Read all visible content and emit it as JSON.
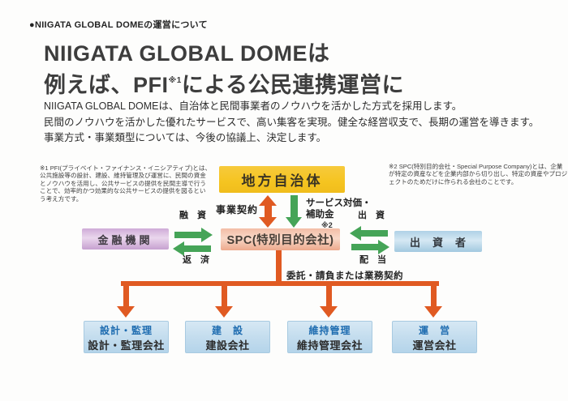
{
  "page": {
    "header": "●NIIGATA GLOBAL DOMEの運営について",
    "title_line1": "NIIGATA GLOBAL DOMEは",
    "title_line2_pre": "例えば、PFI",
    "title_line2_sup": "※1",
    "title_line2_post": "による公民連携運営に",
    "body_lines": [
      "NIIGATA GLOBAL DOMEは、自治体と民間事業者のノウハウを活かした方式を採用します。",
      "民間のノウハウを活かした優れたサービスで、高い集客を実現。健全な経営収支で、長期の運営を導きます。",
      "事業方式・事業類型については、今後の協議上、決定します。"
    ],
    "footnote1": "※1 PFI(プライベイト・ファイナンス・イニシアティブ)とは、公共施設等の設計、建設、維持管理及び運営に、民間の資金とノウハウを活用し、公共サービスの提供を民間主導で行うことで、効率的かつ効果的な公共サービスの提供を図るという考え方です。",
    "footnote2": "※2 SPC(特別目的会社・Special Purpose Company)とは、企業が特定の資産などを企業内部から切り出し、特定の資産やプロジェクトのためだけに作られる会社のことです。"
  },
  "diagram": {
    "government_box": "地方自治体",
    "spc_box": "SPC(特別目的会社)",
    "spc_note_ref": "※2",
    "bank_box": "金融機関",
    "investor_box": "出　資　者",
    "labels": {
      "business_contract": "事業契約",
      "service_payment": "サービス対価・\n補助金",
      "loan": "融　資",
      "repayment": "返　済",
      "investment": "出　資",
      "dividend": "配　当",
      "outsourcing": "委託・請負または業務契約"
    },
    "companies": [
      {
        "role": "設計・監理",
        "name": "設計・監理会社"
      },
      {
        "role": "建　設",
        "name": "建設会社"
      },
      {
        "role": "維持管理",
        "name": "維持管理会社"
      },
      {
        "role": "運　営",
        "name": "運営会社"
      }
    ],
    "colors": {
      "government_yellow": "#f5c420",
      "spc_salmon": "#f0b29a",
      "bank_purple": "#cba6d2",
      "investor_blue": "#a9cde4",
      "company_blue": "#bdd9ec",
      "arrow_green": "#45a457",
      "arrow_orange": "#e05a22",
      "role_text_blue": "#1e6cb0"
    }
  }
}
